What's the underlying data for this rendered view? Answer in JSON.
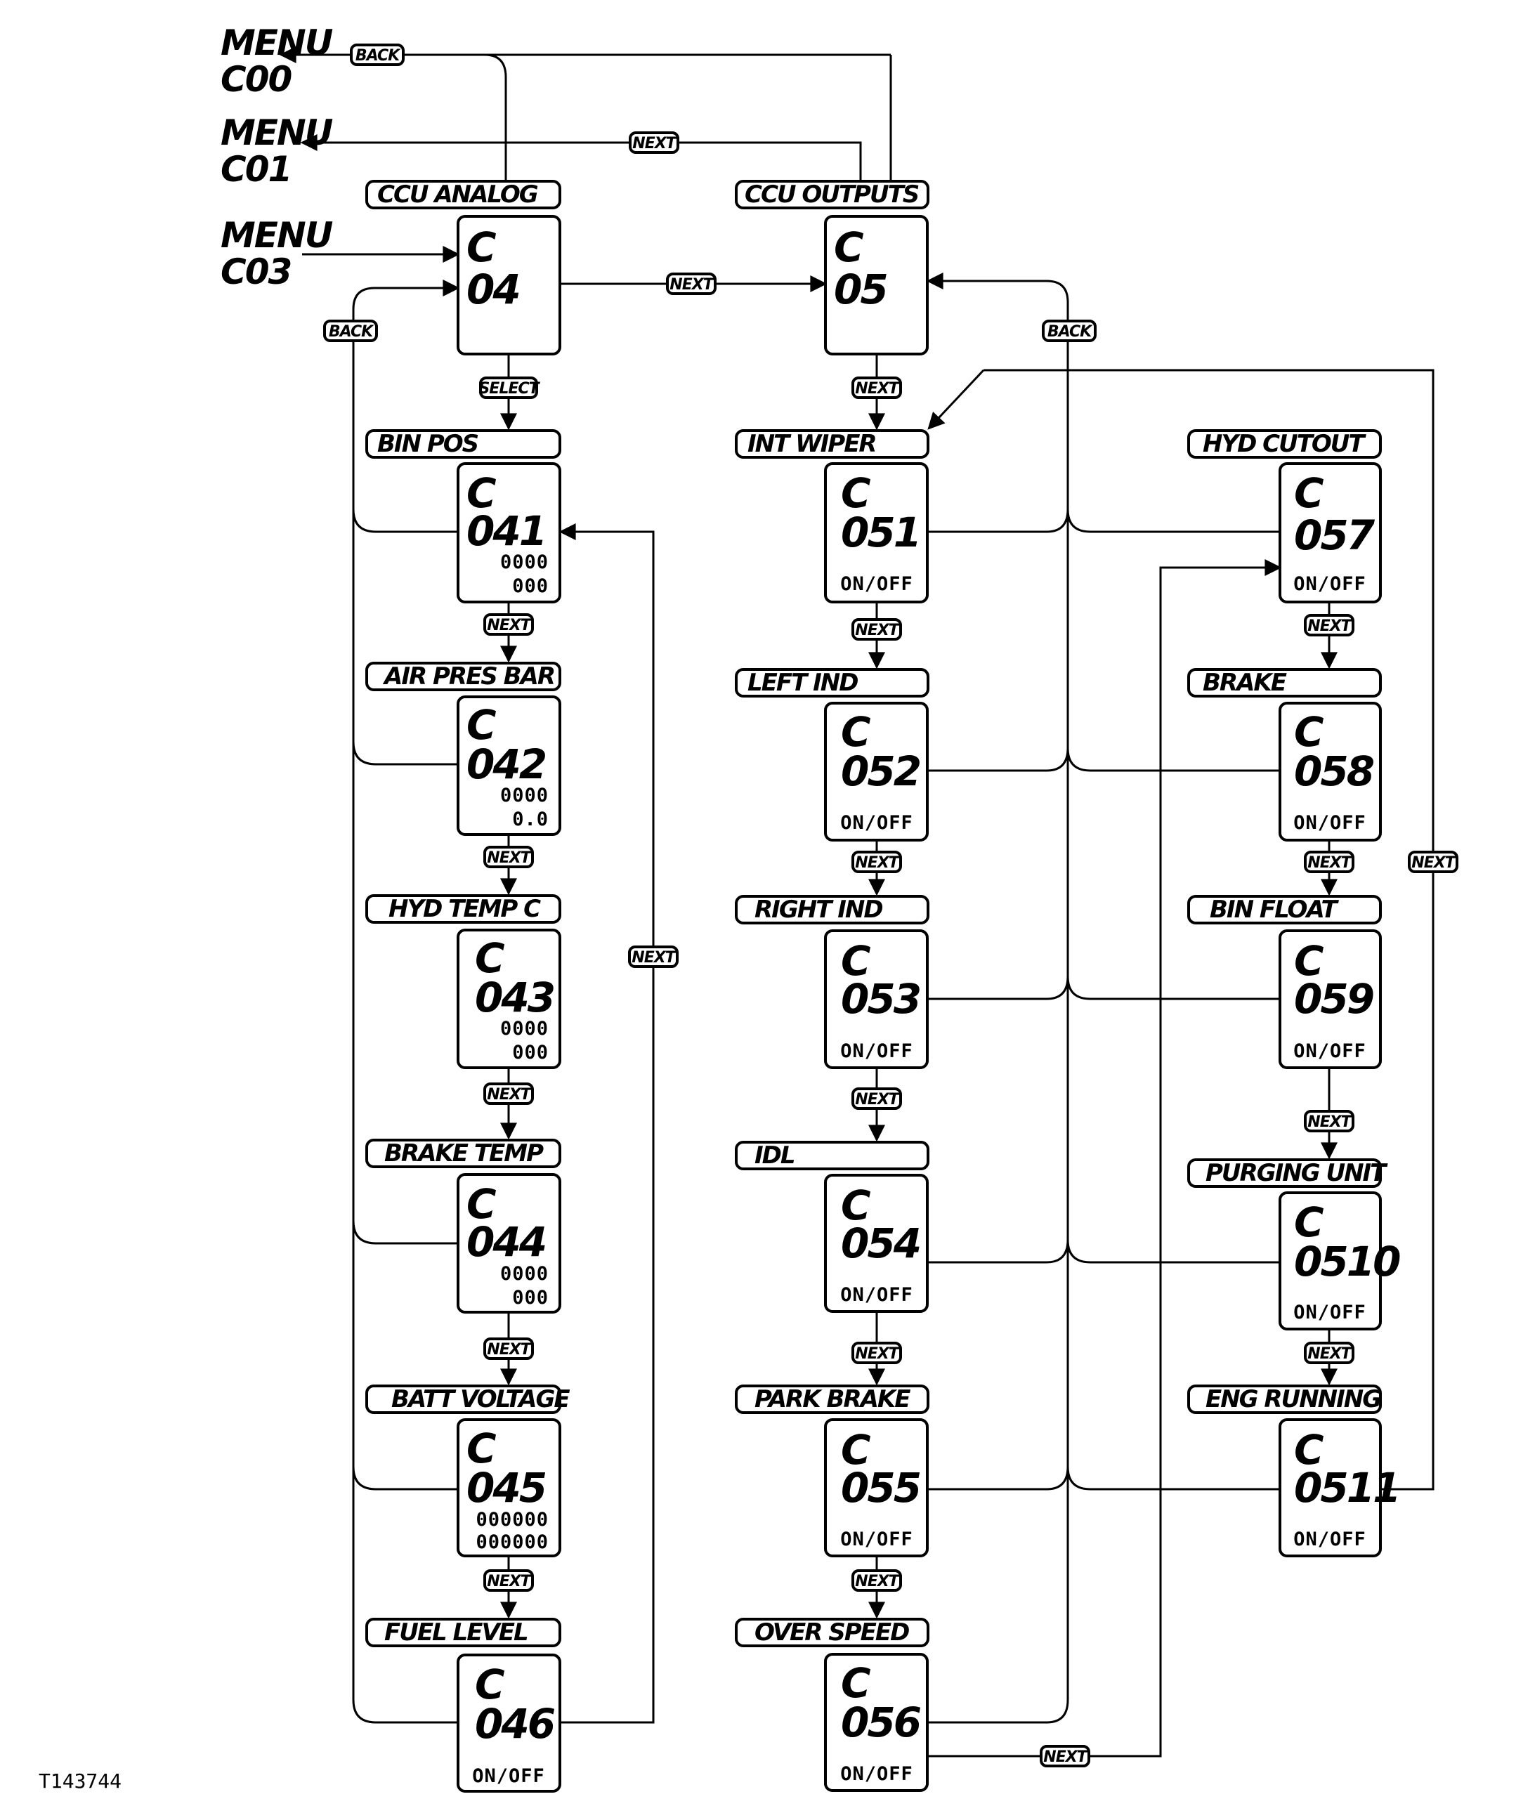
{
  "figure_id": "T143744",
  "menus": {
    "c00": {
      "line1": "MENU",
      "line2": "C00"
    },
    "c01": {
      "line1": "MENU",
      "line2": "C01"
    },
    "c03": {
      "line1": "MENU",
      "line2": "C03"
    }
  },
  "buttons": {
    "back": "BACK",
    "next": "NEXT",
    "select": "SELECT"
  },
  "screens": {
    "s04": {
      "title": "CCU ANALOG",
      "line1": "C",
      "line2": "04"
    },
    "s05": {
      "title": "CCU OUTPUTS",
      "line1": "C",
      "line2": "05"
    },
    "s041": {
      "title": "BIN POS",
      "line1": "C",
      "line2": "041",
      "sub1": "0000",
      "sub2": "000"
    },
    "s042": {
      "title": "AIR PRES BAR",
      "line1": "C",
      "line2": "042",
      "sub1": "0000",
      "sub2": "0.0"
    },
    "s043": {
      "title": "HYD TEMP C",
      "line1": "C",
      "line2": "043",
      "sub1": "0000",
      "sub2": "000"
    },
    "s044": {
      "title": "BRAKE TEMP",
      "line1": "C",
      "line2": "044",
      "sub1": "0000",
      "sub2": "000"
    },
    "s045": {
      "title": "BATT VOLTAGE",
      "line1": "C",
      "line2": "045",
      "sub1": "000000",
      "sub2": "000000"
    },
    "s046": {
      "title": "FUEL LEVEL",
      "line1": "C",
      "line2": "046",
      "sub1": "ON/OFF"
    },
    "s051": {
      "title": "INT WIPER",
      "line1": "C",
      "line2": "051",
      "sub1": "ON/OFF"
    },
    "s052": {
      "title": "LEFT IND",
      "line1": "C",
      "line2": "052",
      "sub1": "ON/OFF"
    },
    "s053": {
      "title": "RIGHT IND",
      "line1": "C",
      "line2": "053",
      "sub1": "ON/OFF"
    },
    "s054": {
      "title": "IDL",
      "line1": "C",
      "line2": "054",
      "sub1": "ON/OFF"
    },
    "s055": {
      "title": "PARK BRAKE",
      "line1": "C",
      "line2": "055",
      "sub1": "ON/OFF"
    },
    "s056": {
      "title": "OVER SPEED",
      "line1": "C",
      "line2": "056",
      "sub1": "ON/OFF"
    },
    "s057": {
      "title": "HYD CUTOUT",
      "line1": "C",
      "line2": "057",
      "sub1": "ON/OFF"
    },
    "s058": {
      "title": "BRAKE",
      "line1": "C",
      "line2": "058",
      "sub1": "ON/OFF"
    },
    "s059": {
      "title": "BIN FLOAT",
      "line1": "C",
      "line2": "059",
      "sub1": "ON/OFF"
    },
    "s0510": {
      "title": "PURGING UNIT",
      "line1": "C",
      "line2": "0510",
      "sub1": "ON/OFF"
    },
    "s0511": {
      "title": "ENG RUNNING",
      "line1": "C",
      "line2": "0511",
      "sub1": "ON/OFF"
    }
  }
}
